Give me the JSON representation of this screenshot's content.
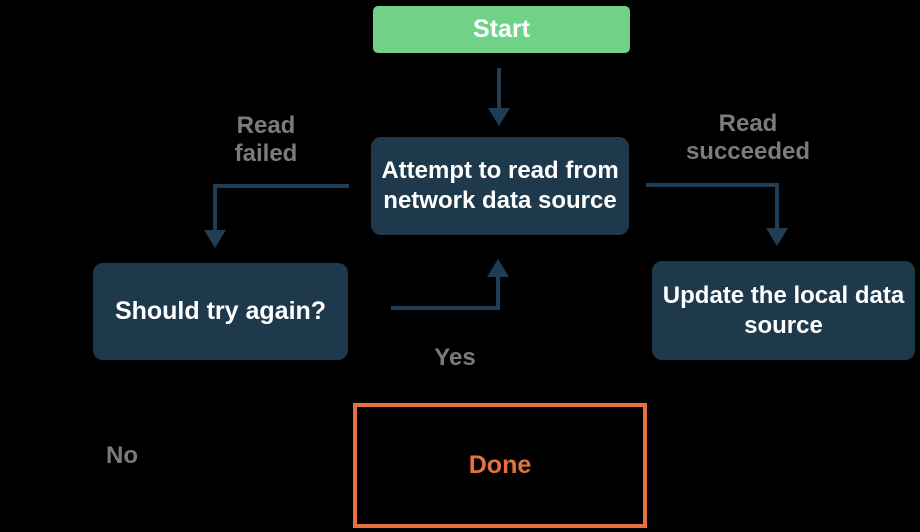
{
  "diagram": {
    "background": "#000000",
    "palette": {
      "start_fill": "#70D287",
      "node_fill": "#1D394B",
      "node_text": "#FFFFFF",
      "arrow": "#203D54",
      "edge_label": "#7B7B7B",
      "accent_orange": "#E5713C"
    },
    "nodes": [
      {
        "id": "start",
        "label": "Start"
      },
      {
        "id": "attempt-read",
        "label": "Attempt to read from\nnetwork data source"
      },
      {
        "id": "should-try-again",
        "label": "Should try again?"
      },
      {
        "id": "update-local-source",
        "label": "Update the local data\nsource"
      },
      {
        "id": "done",
        "label": "Done"
      }
    ],
    "edge_labels": [
      {
        "id": "read-failed",
        "text": "Read\nfailed"
      },
      {
        "id": "read-succeeded",
        "text": "Read\nsucceeded"
      },
      {
        "id": "yes",
        "text": "Yes"
      },
      {
        "id": "no",
        "text": "No"
      }
    ]
  }
}
